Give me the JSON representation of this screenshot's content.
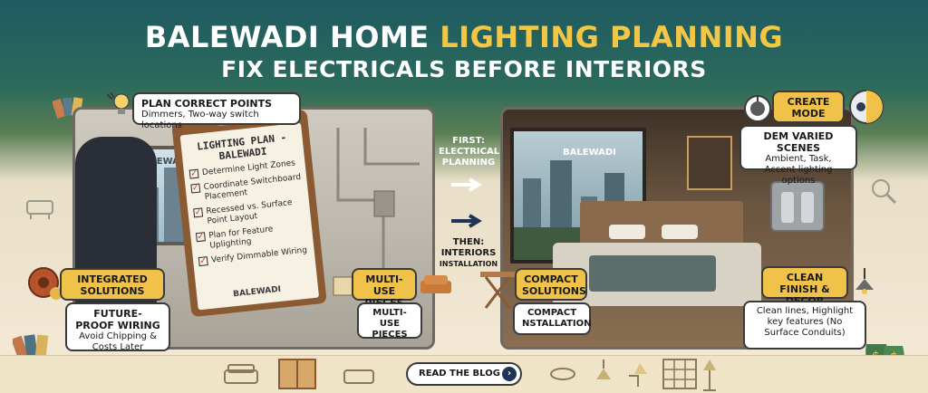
{
  "header": {
    "title_part1": "BALEWADI HOME ",
    "title_part2": "LIGHTING PLANNING",
    "subtitle": "FIX ELECTRICALS BEFORE INTERIORS"
  },
  "left_panel": {
    "wall_label": "BALEWADI",
    "clipboard": {
      "title": "LIGHTING PLAN - BALEWADI",
      "items": [
        "Determine Light Zones",
        "Coordinate Switchboard Placement",
        "Recessed vs. Surface Point Layout",
        "Plan for Feature Uplighting",
        "Verify Dimmable Wiring"
      ],
      "footer": "BALEWADI"
    }
  },
  "callouts": {
    "plan_points": {
      "head": "PLAN CORRECT POINTS",
      "body": "Dimmers, Two-way switch locations"
    },
    "integrated": {
      "tag": "INTEGRATED SOLUTIONS",
      "head": "FUTURE-PROOF WIRING",
      "body": "Avoid Chipping & Costs Later"
    },
    "multi_use": {
      "tag": "MULTI-USE PIECES",
      "body": "MULTI-USE PIECES"
    },
    "compact": {
      "tag": "COMPACT SOLUTIONS",
      "body": "COMPACT NSTALLATION"
    },
    "create_mode": {
      "tag": "CREATE MODE",
      "head": "DEM VARIED SCENES",
      "body": "Ambient, Task, Accent lighting options"
    },
    "clean_finish": {
      "tag": "CLEAN FINISH & DECOR",
      "body": "Clean lines, Highlight key features (No Surface Conduits)"
    }
  },
  "middle": {
    "first": "FIRST: ELECTRICAL PLANNING",
    "then": "THEN: INTERIORS",
    "then_sub": "INSTALLATION"
  },
  "right_panel": {
    "window_label": "BALEWADI"
  },
  "footer": {
    "blog_label": "READ THE BLOG"
  },
  "colors": {
    "gold": "#f0c24a",
    "teal": "#1f5a62",
    "navy": "#1e3556"
  }
}
